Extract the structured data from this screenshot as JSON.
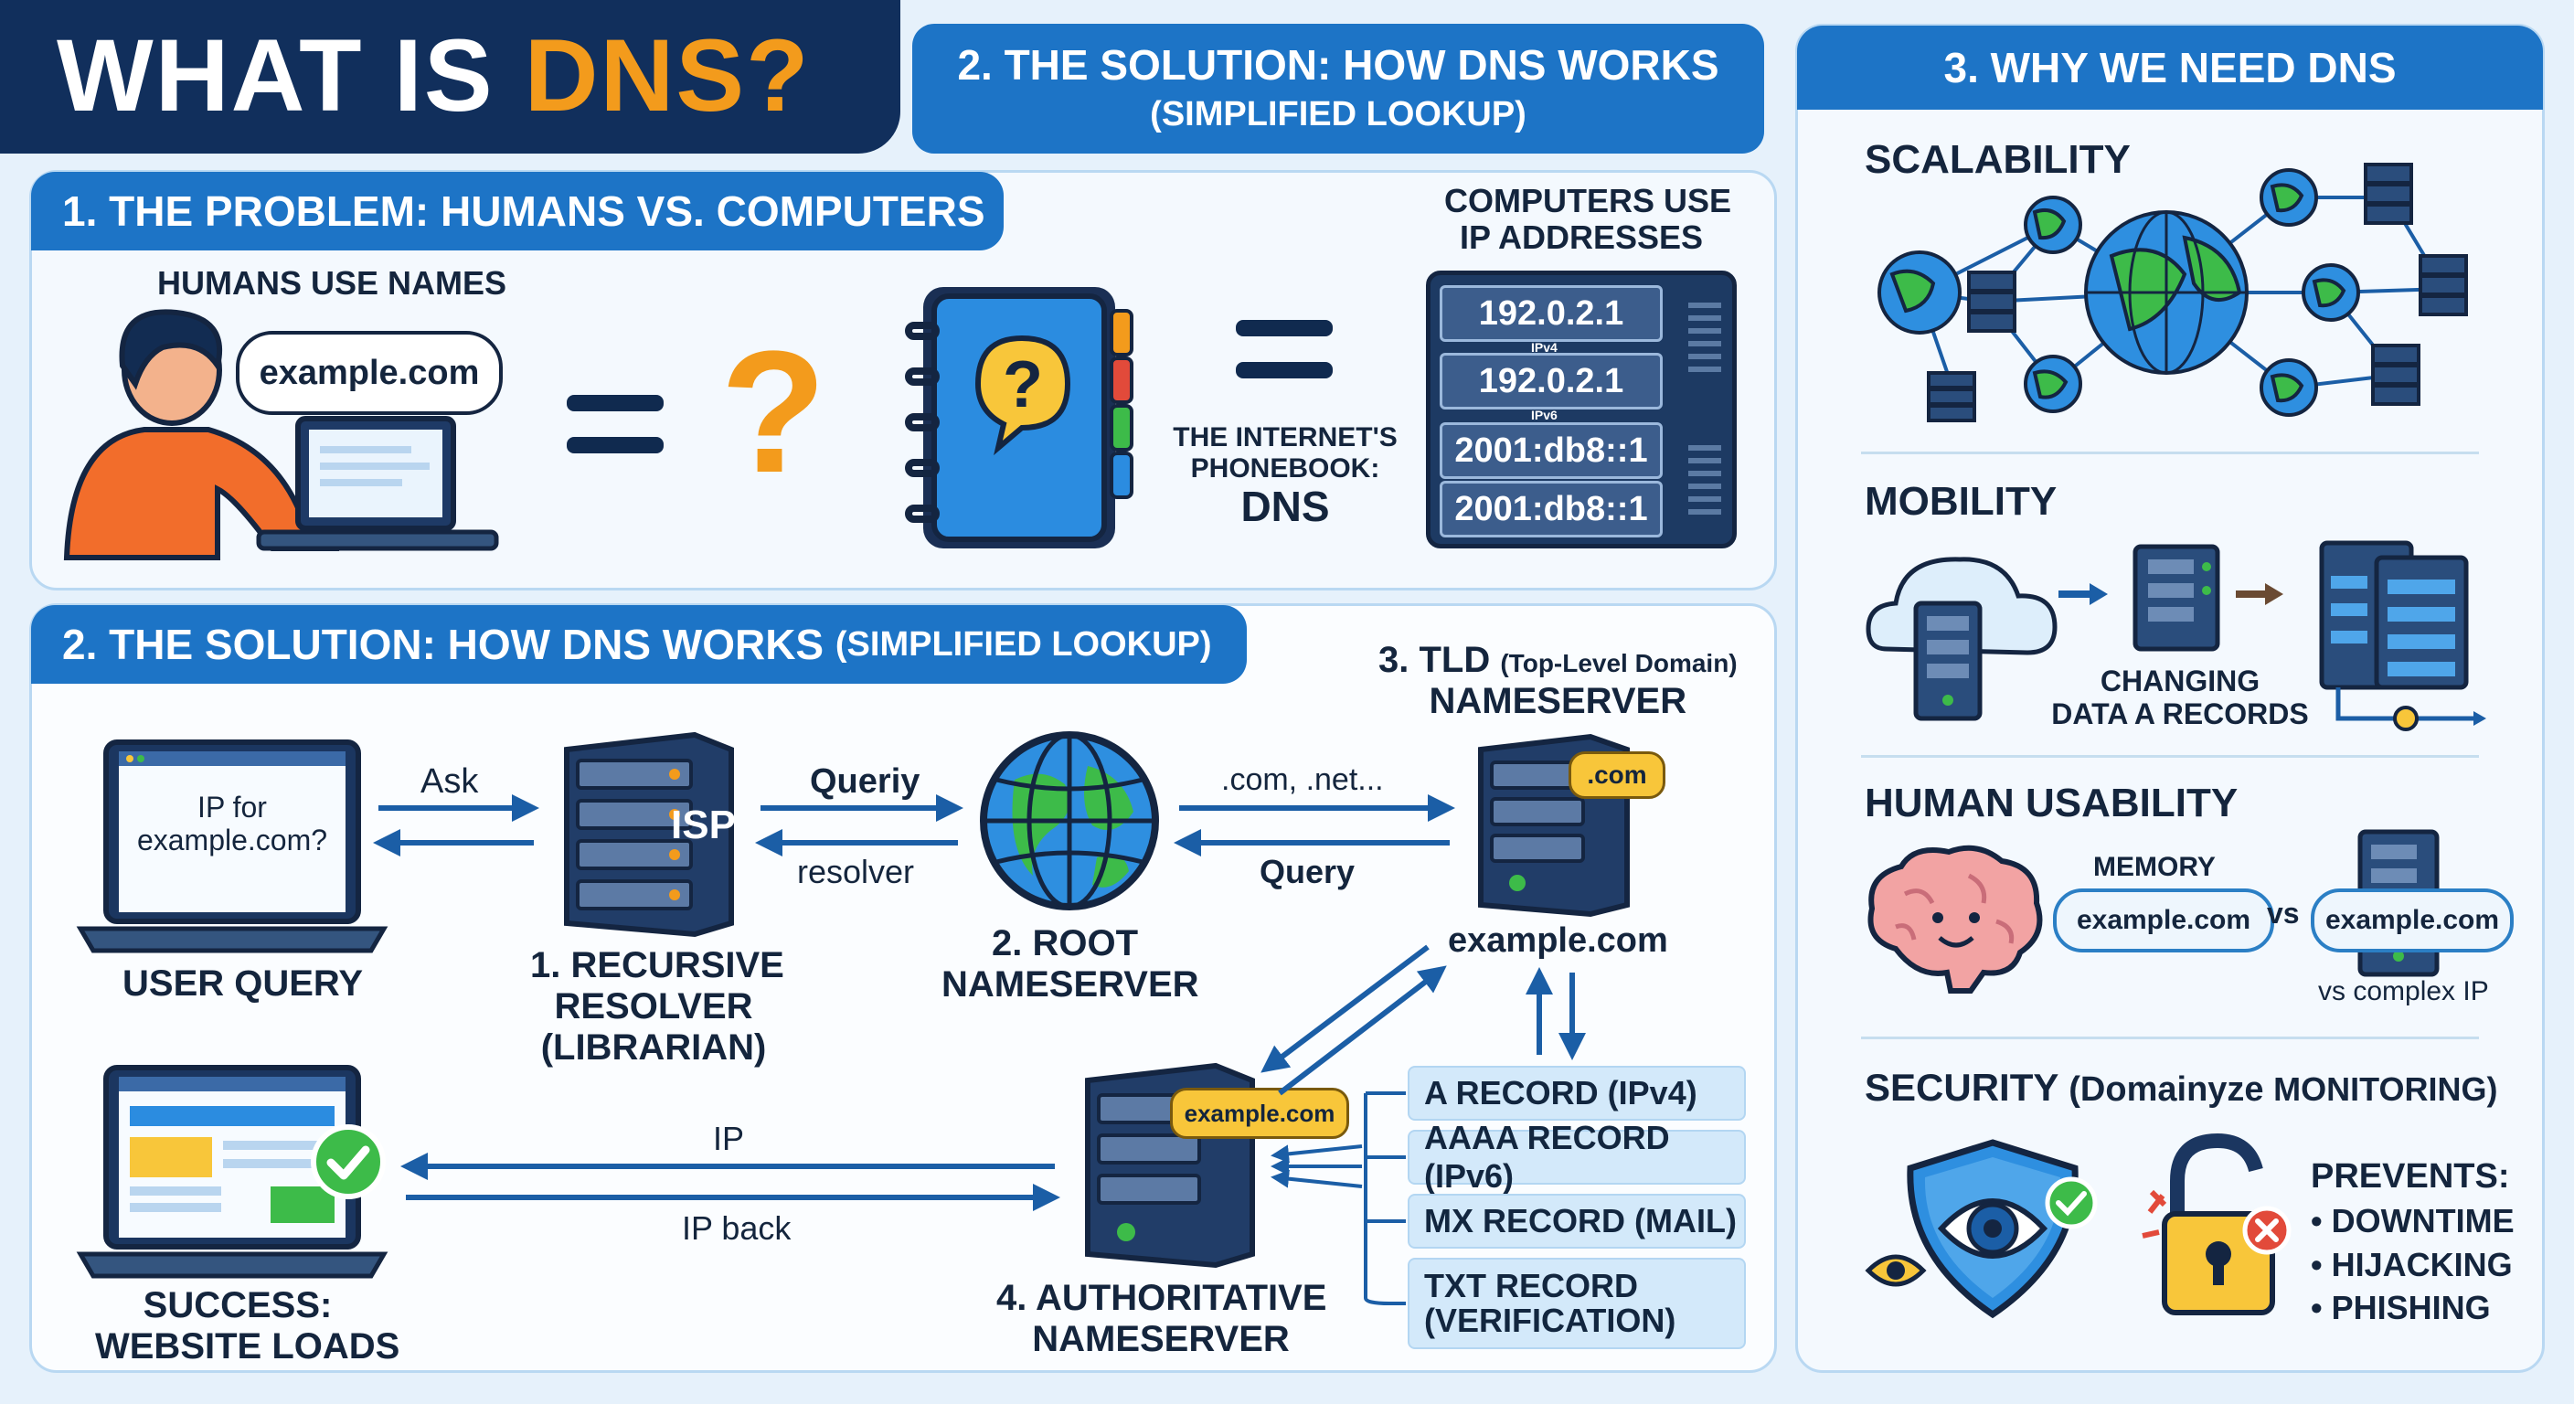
{
  "title": {
    "part1": "WHAT IS ",
    "part2": "DNS?"
  },
  "top_middle_header": {
    "line1": "2. THE SOLUTION: HOW DNS WORKS",
    "line2": "(SIMPLIFIED LOOKUP)"
  },
  "problem": {
    "header": "1. THE PROBLEM: HUMANS VS. COMPUTERS",
    "humans_label": "HUMANS USE NAMES",
    "speech_bubble": "example.com",
    "question": "?",
    "phonebook_label": {
      "line1": "THE INTERNET'S",
      "line2": "PHONEBOOK:",
      "line3": "DNS"
    },
    "computers_label": {
      "line1": "COMPUTERS USE",
      "line2": "IP ADDRESSES"
    },
    "ip_rows": [
      "192.0.2.1",
      "192.0.2.1",
      "2001:db8::1",
      "2001:db8::1"
    ],
    "ip_small": [
      "IPv4",
      "IPv6"
    ]
  },
  "solution": {
    "header_main": "2. THE SOLUTION: HOW DNS WORKS",
    "header_small": "(SIMPLIFIED LOOKUP)",
    "user_screen": {
      "line1": "IP for",
      "line2": "example.com?"
    },
    "user_label": "USER QUERY",
    "ask": "Ask",
    "isp": "ISP",
    "resolver_label": {
      "line1": "1. RECURSIVE",
      "line2": "RESOLVER",
      "line3": "(LIBRARIAN)"
    },
    "queriy": "Queriy",
    "resolver": "resolver",
    "root_label": {
      "line1": "2. ROOT",
      "line2": "NAMESERVER"
    },
    "com_net": ".com, .net...",
    "query": "Query",
    "tld_label": {
      "main": "3. TLD",
      "small": "(Top-Level Domain)",
      "line2": "NAMESERVER"
    },
    "com_tag": ".com",
    "tld_domain": "example.com",
    "auth_tag": "example.com",
    "auth_label": {
      "line1": "4. AUTHORITATIVE",
      "line2": "NAMESERVER"
    },
    "records": [
      "A RECORD (IPv4)",
      "AAAA RECORD (IPv6)",
      "MX RECORD (MAIL)",
      "TXT RECORD\n(VERIFICATION)"
    ],
    "ip": "IP",
    "ip_back": "IP back",
    "success_label": {
      "line1": "SUCCESS:",
      "line2": "WEBSITE LOADS"
    }
  },
  "why": {
    "header": "3. WHY WE NEED DNS",
    "scalability": "SCALABILITY",
    "mobility": "MOBILITY",
    "mobility_caption": {
      "line1": "CHANGING",
      "line2": "DATA A RECORDS"
    },
    "human_usability": "HUMAN USABILITY",
    "memory": "MEMORY",
    "pill_left": "example.com",
    "vs": "vs",
    "pill_right": "example.com",
    "vs_complex": "vs complex IP",
    "security_main": "SECURITY",
    "security_paren_open": "(Domainyze ",
    "security_paren_close": "MONITORING)",
    "prevents": "PREVENTS:",
    "prevent_items": [
      "• DOWNTIME",
      "• HIJACKING",
      "• PHISHING"
    ]
  },
  "colors": {
    "navy": "#0f2d57",
    "accent_orange": "#f39b1c",
    "brand_blue": "#1d74c6",
    "success_green": "#3dbb49",
    "bg": "#e6f1fb"
  }
}
